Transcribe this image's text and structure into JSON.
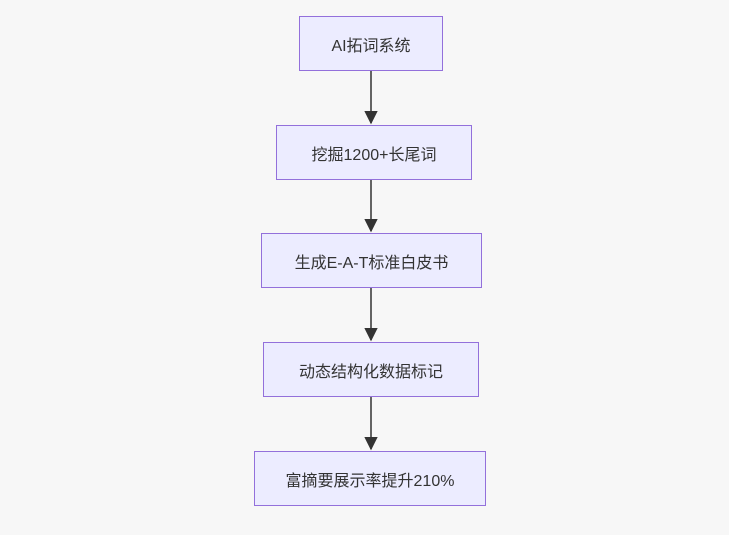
{
  "diagram": {
    "type": "flowchart-top-down",
    "colors": {
      "node_fill": "#ECECFF",
      "node_border": "#9370DB",
      "arrow": "#333333",
      "text": "#333333",
      "background": "#f7f7f7"
    },
    "nodes": [
      {
        "id": "A",
        "label": "AI拓词系统"
      },
      {
        "id": "B",
        "label": "挖掘1200+长尾词"
      },
      {
        "id": "C",
        "label": "生成E-A-T标准白皮书"
      },
      {
        "id": "D",
        "label": "动态结构化数据标记"
      },
      {
        "id": "E",
        "label": "富摘要展示率提升210%"
      }
    ],
    "edges": [
      {
        "from": "AI拓词系统",
        "to": "挖掘1200+长尾词"
      },
      {
        "from": "挖掘1200+长尾词",
        "to": "生成E-A-T标准白皮书"
      },
      {
        "from": "生成E-A-T标准白皮书",
        "to": "动态结构化数据标记"
      },
      {
        "from": "动态结构化数据标记",
        "to": "富摘要展示率提升210%"
      }
    ]
  }
}
